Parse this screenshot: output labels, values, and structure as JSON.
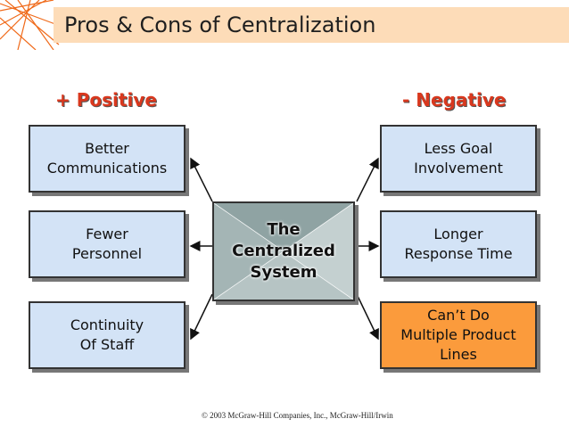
{
  "title": "Pros & Cons of Centralization",
  "positive_header": "+ Positive",
  "negative_header": "- Negative",
  "center_label": "The\nCentralized\nSystem",
  "positives": [
    "Better\nCommunications",
    "Fewer\nPersonnel",
    "Continuity\nOf Staff"
  ],
  "negatives": [
    "Less Goal\nInvolvement",
    "Longer\nResponse Time",
    "Can’t Do\nMultiple Product\nLines"
  ],
  "footer": "© 2003 McGraw-Hill Companies, Inc., McGraw-Hill/Irwin",
  "colors": {
    "box_blue": "#d3e3f6",
    "highlight_orange": "#fb9b3c",
    "header_red": "#d9381e",
    "title_band": "#fddcb8"
  }
}
